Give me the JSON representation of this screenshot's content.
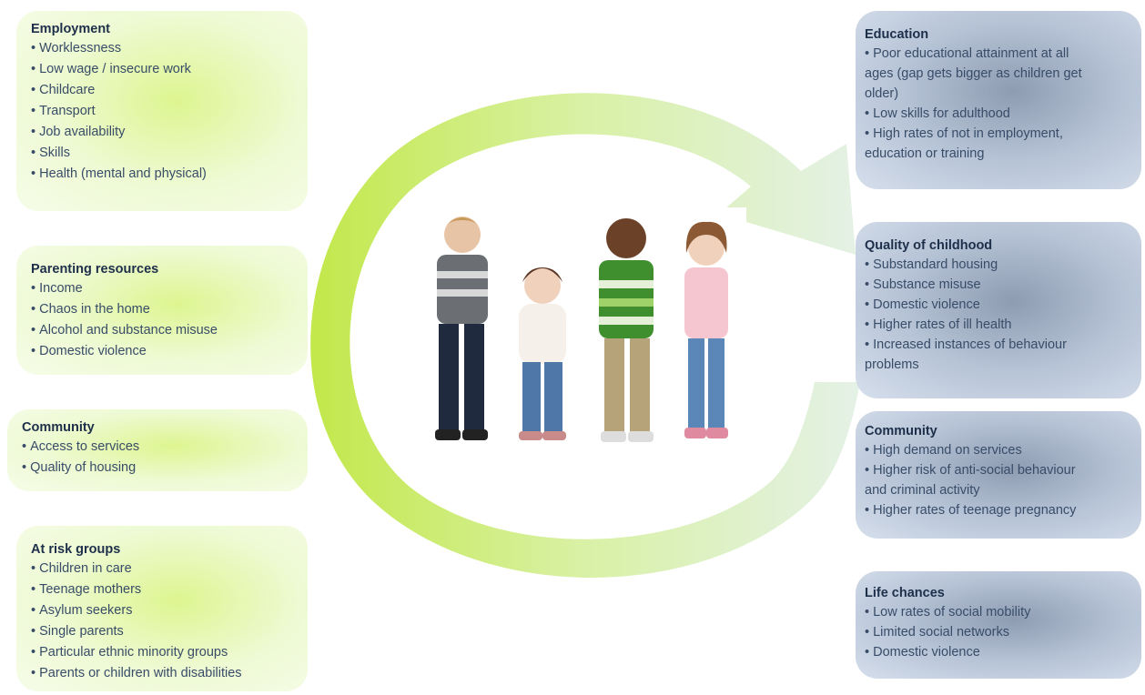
{
  "left_boxes": [
    {
      "title": "Employment",
      "items": [
        "Worklessness",
        "Low wage / insecure work",
        "Childcare",
        "Transport",
        "Job availability",
        "Skills",
        "Health (mental and physical)"
      ]
    },
    {
      "title": "Parenting resources",
      "items": [
        "Income",
        "Chaos in the home",
        "Alcohol and substance misuse",
        "Domestic violence"
      ]
    },
    {
      "title": "Community",
      "items": [
        "Access to services",
        "Quality of housing"
      ]
    },
    {
      "title": "At risk groups",
      "items": [
        "Children in care",
        "Teenage mothers",
        "Asylum seekers",
        "Single parents",
        "Particular ethnic minority groups",
        "Parents or children with disabilities"
      ]
    }
  ],
  "right_boxes": [
    {
      "title": "Education",
      "lines": [
        "• Poor educational attainment at all",
        "ages (gap gets bigger as children get",
        "older)",
        "• Low skills for adulthood",
        "• High rates of not in employment,",
        "education or training"
      ]
    },
    {
      "title": "Quality of childhood",
      "lines": [
        "• Substandard housing",
        "• Substance misuse",
        "• Domestic violence",
        "•  Higher rates of ill health",
        "•  Increased instances of behaviour",
        "problems"
      ]
    },
    {
      "title": "Community",
      "lines": [
        "• High demand on services",
        "• Higher risk of anti-social behaviour",
        "and criminal activity",
        "• Higher rates of teenage pregnancy"
      ]
    },
    {
      "title": "Life chances",
      "lines": [
        "• Low rates of social mobility",
        "• Limited social networks",
        "• Domestic violence"
      ]
    }
  ],
  "colors": {
    "left_box": "#e8f8b8",
    "right_box": "#a9b7cc",
    "arrow_start": "#c6ea50",
    "arrow_end": "#dceee0",
    "title_text": "#1e2f4a",
    "body_text": "#384c68"
  },
  "photo": {
    "description_icon": "children-photo"
  }
}
